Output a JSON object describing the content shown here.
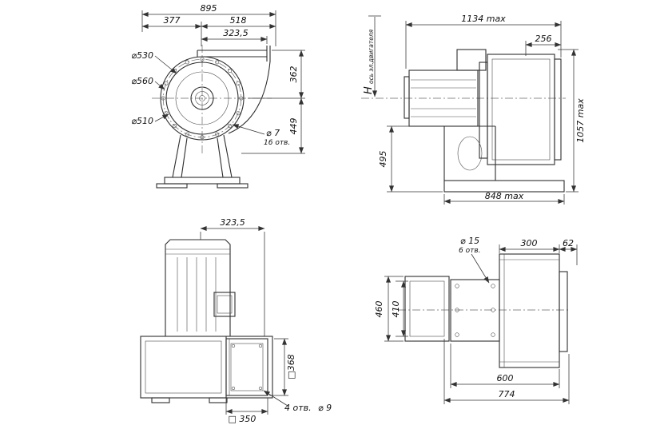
{
  "front": {
    "d895": "895",
    "d377": "377",
    "d518": "518",
    "d323": "323,5",
    "dia530": "⌀530",
    "dia560": "⌀560",
    "dia510": "⌀510",
    "d362": "362",
    "d449": "449",
    "hole_dia": "⌀ 7",
    "hole_note": "16 отв."
  },
  "side": {
    "d1134": "1134 max",
    "d256": "256",
    "axis_h": "H",
    "axis_sub": "ось эл.двигателя",
    "d495": "495",
    "d1057": "1057 max",
    "d848": "848 max"
  },
  "top": {
    "d323": "323,5",
    "d368": "□368",
    "d350": "□ 350",
    "hole_note": "4 отв.",
    "hole_dia": "⌀ 9"
  },
  "plan": {
    "hole_dia": "⌀ 15",
    "hole_note": "6 отв.",
    "d300": "300",
    "d62": "62",
    "d460": "460",
    "d410": "410",
    "d600": "600",
    "d774": "774"
  }
}
